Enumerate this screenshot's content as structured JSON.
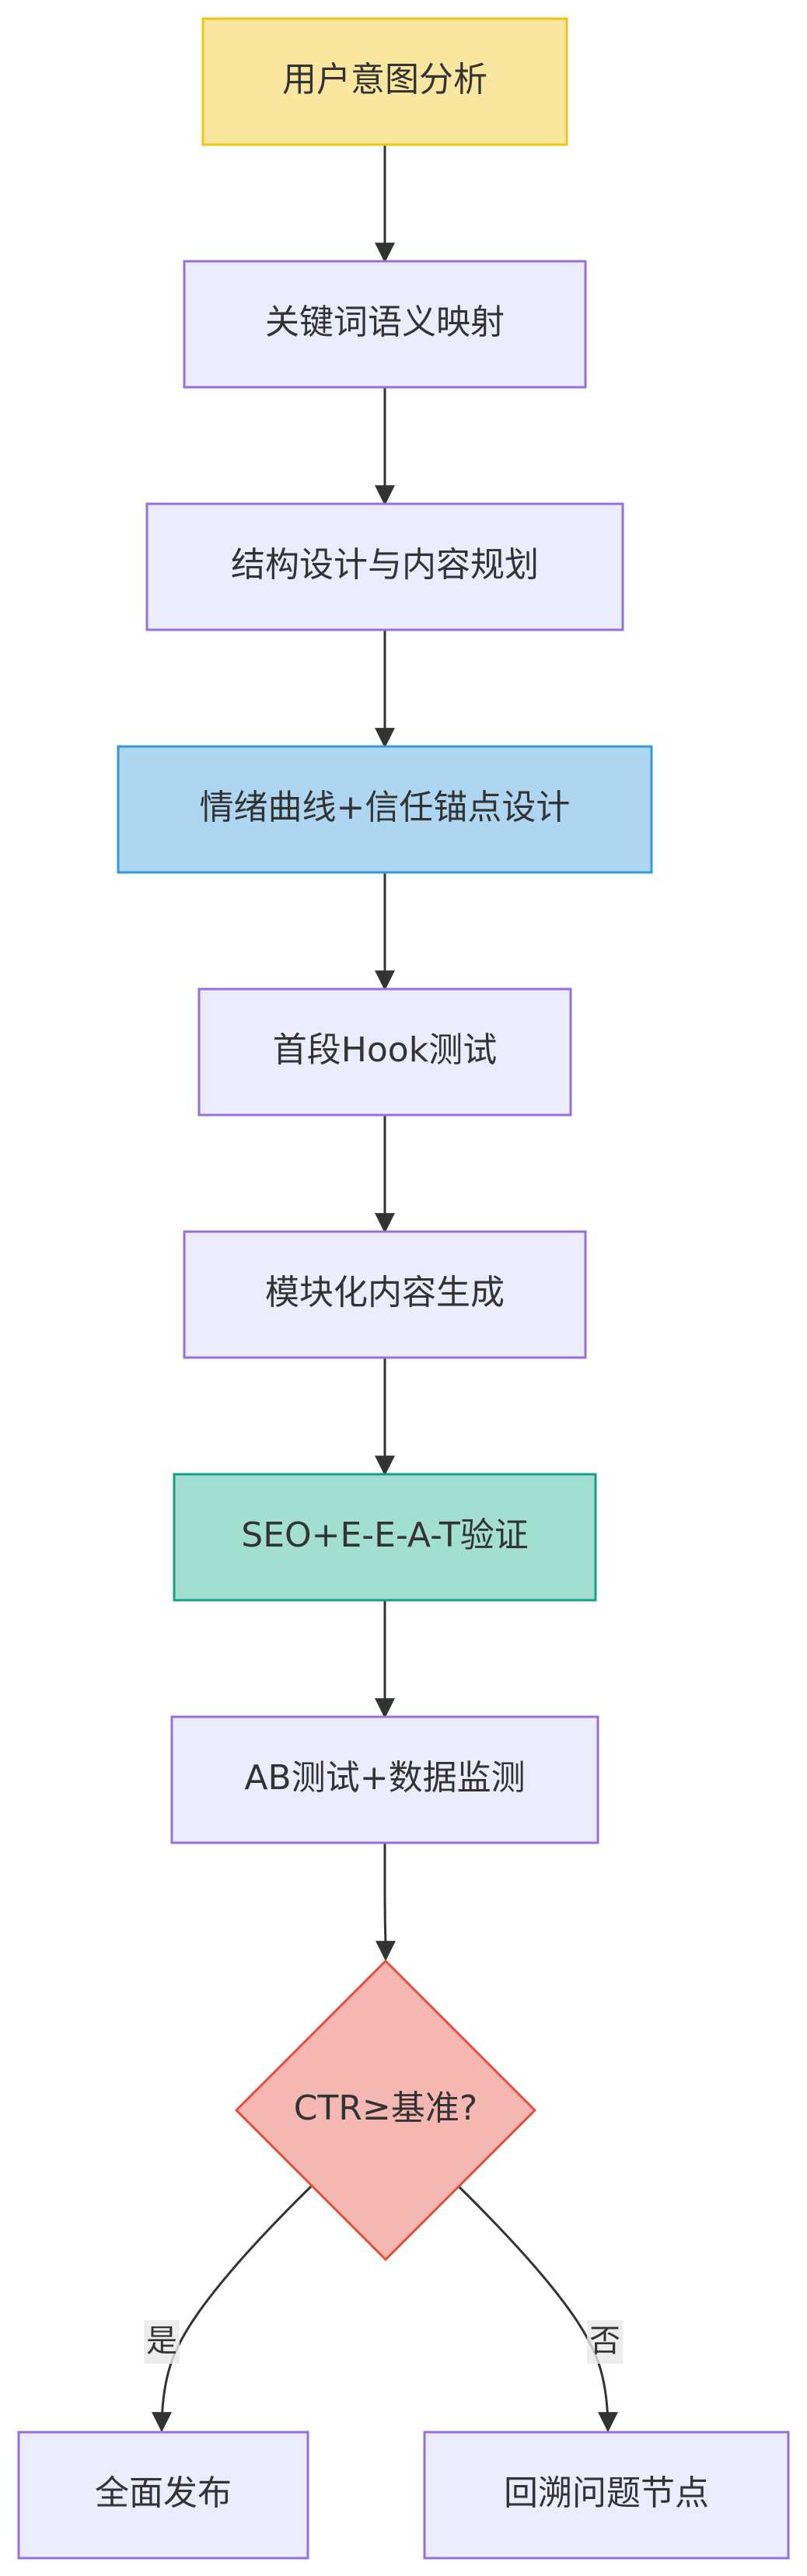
{
  "colors": {
    "default_fill": "#ECECFF",
    "default_stroke": "#9370DB",
    "yellow_fill": "#F9E79F",
    "yellow_stroke": "#F1C40F",
    "blue_fill": "#AED6F1",
    "blue_stroke": "#3498DB",
    "green_fill": "#A3DFD1",
    "green_stroke": "#16A085",
    "red_fill": "#F5B7B1",
    "red_stroke": "#E74C3C",
    "edge": "#333333",
    "edge_label_bg": "#E8E8E8"
  },
  "nodes": {
    "intent": "用户意图分析",
    "keyword": "关键词语义映射",
    "structure": "结构设计与内容规划",
    "emotion": "情绪曲线+信任锚点设计",
    "hook": "首段Hook测试",
    "module": "模块化内容生成",
    "seo": "SEO+E-E-A-T验证",
    "ab": "AB测试+数据监测",
    "decision": "CTR≥基准?",
    "publish": "全面发布",
    "backtrack": "回溯问题节点"
  },
  "edges": {
    "yes": "是",
    "no": "否"
  }
}
